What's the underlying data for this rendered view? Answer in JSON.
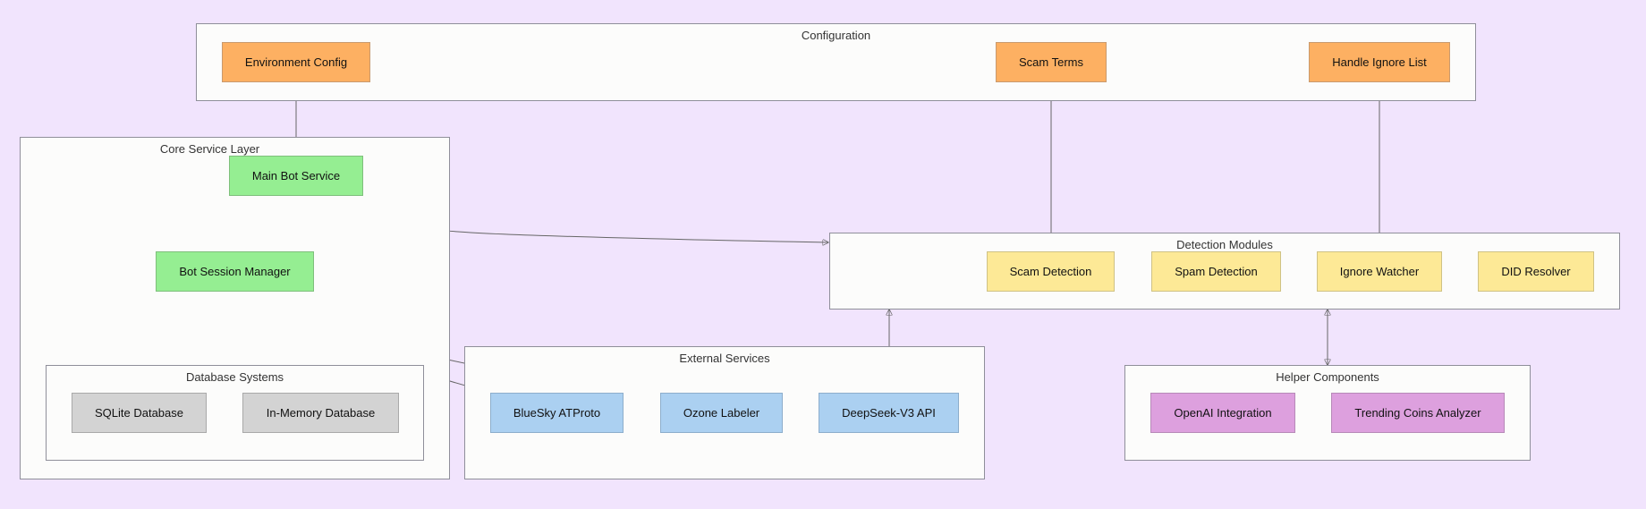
{
  "clusters": {
    "configuration": "Configuration",
    "core": "Core Service Layer",
    "database": "Database Systems",
    "external": "External Services",
    "detection": "Detection Modules",
    "helper": "Helper Components"
  },
  "nodes": {
    "env_config": "Environment Config",
    "scam_terms": "Scam Terms",
    "handle_ignore": "Handle Ignore List",
    "main_bot": "Main Bot Service",
    "session_mgr": "Bot Session Manager",
    "sqlite": "SQLite Database",
    "memory_db": "In-Memory Database",
    "bluesky": "BlueSky ATProto",
    "ozone": "Ozone Labeler",
    "deepseek": "DeepSeek-V3 API",
    "scam_detect": "Scam Detection",
    "spam_detect": "Spam Detection",
    "ignore_watcher": "Ignore Watcher",
    "did_resolver": "DID Resolver",
    "openai": "OpenAI Integration",
    "trending": "Trending Coins Analyzer"
  },
  "colors": {
    "background": "#f1e4fd",
    "cluster_fill": "#fcfcfb",
    "config": "#fdb062",
    "core": "#95ee92",
    "detection": "#fde996",
    "database": "#d3d3d3",
    "external": "#abd0f1",
    "helper": "#dda0de",
    "edge": "#666666"
  }
}
